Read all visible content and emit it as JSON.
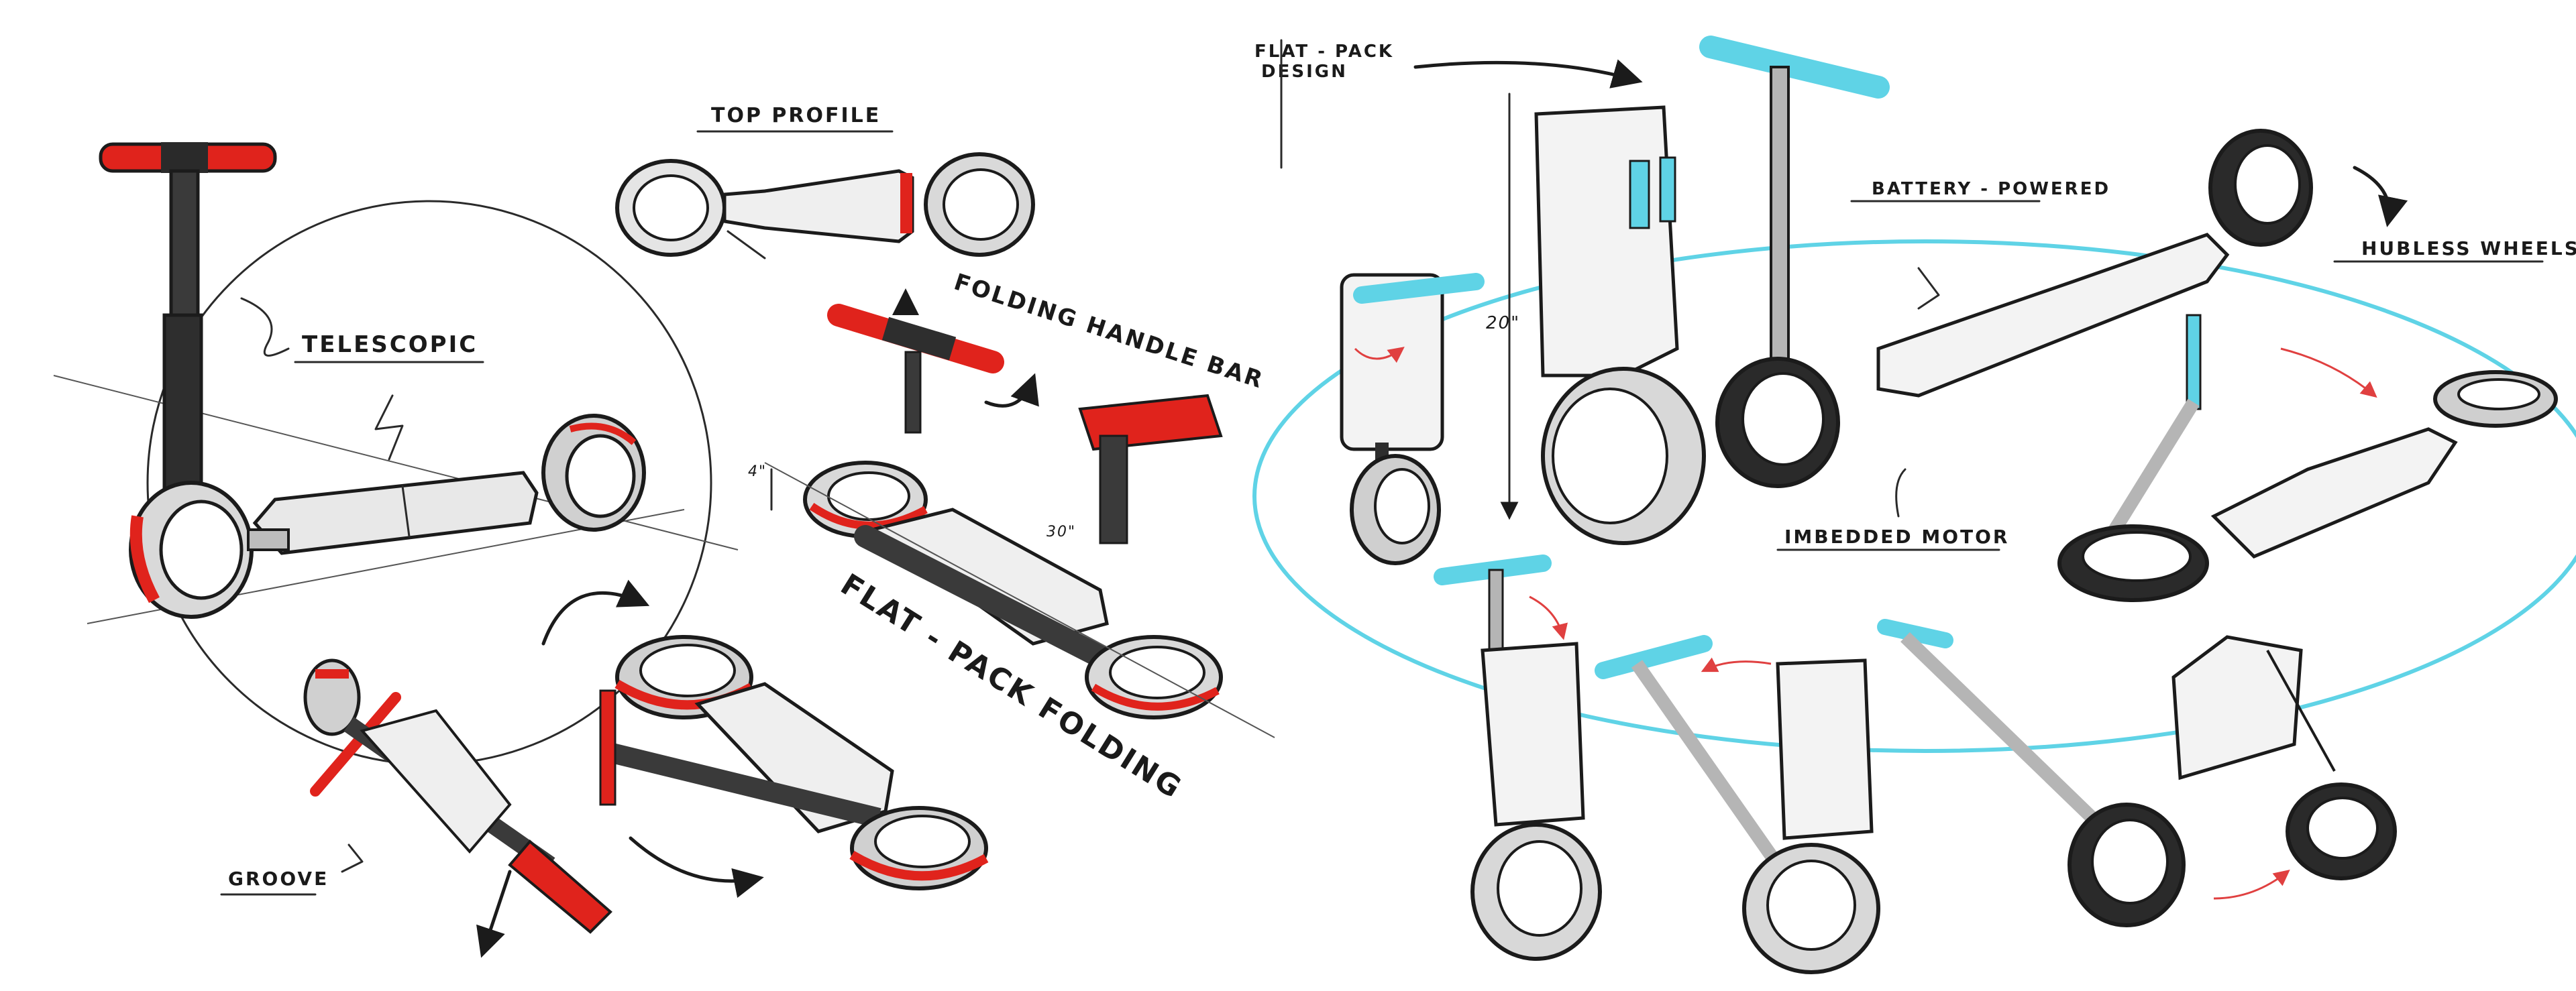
{
  "labels": {
    "top_profile": "TOP PROFILE",
    "telescopic": "TELESCOPIC",
    "folding_handle_bar": "FOLDING HANDLE BAR",
    "flat_pack_folding": "FLAT - PACK FOLDING",
    "groove": "GROOVE",
    "flat_pack_design_1": "FLAT - PACK",
    "flat_pack_design_2": "DESIGN",
    "battery_powered": "BATTERY - POWERED",
    "hubless_wheels": "HUBLESS WHEELS",
    "imbedded_motor": "IMBEDDED MOTOR",
    "dim_height": "20\"",
    "dim_small_h": "4\"",
    "dim_small_w": "30\""
  },
  "colors": {
    "ink": "#1b1b1b",
    "accent_red": "#e0231c",
    "accent_cyan": "#5fd3e6",
    "grey_fill": "#c9c9c9",
    "dark_fill": "#3a3a3a",
    "arrow_red": "#e04040"
  }
}
